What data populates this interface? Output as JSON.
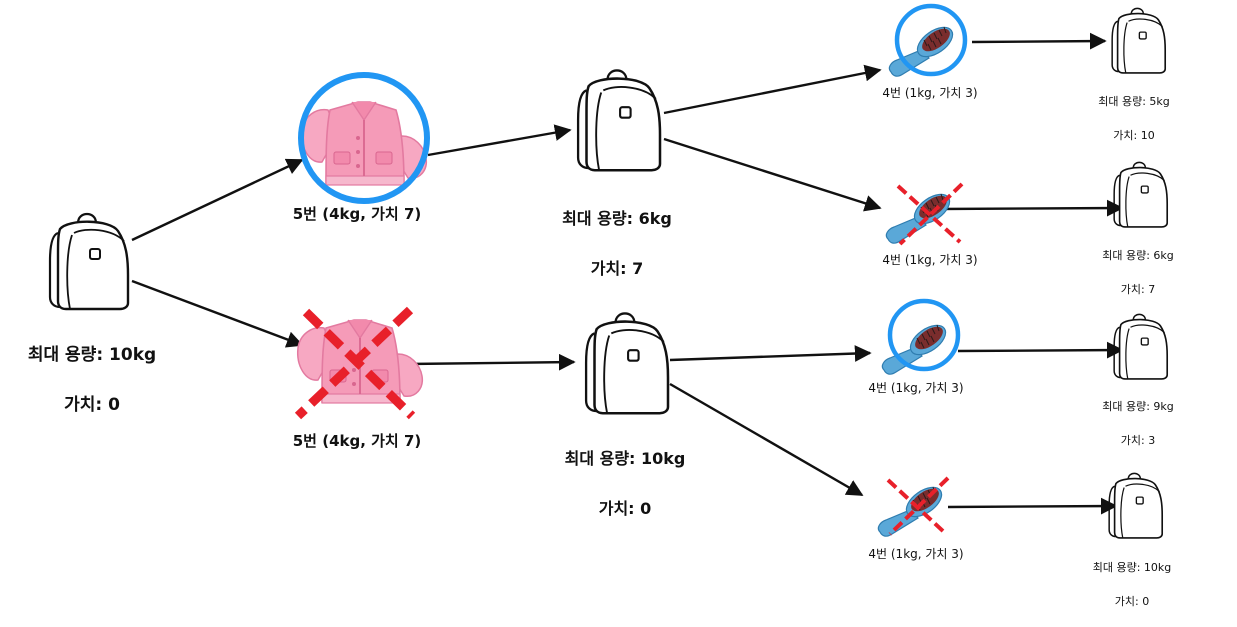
{
  "nodes": {
    "root": {
      "capacity": "최대 용량: 10kg",
      "value": "가치: 0"
    },
    "mid_top": {
      "capacity": "최대 용량: 6kg",
      "value": "가치: 7"
    },
    "mid_bot": {
      "capacity": "최대 용량: 10kg",
      "value": "가치: 0"
    },
    "leaf_1": {
      "capacity": "최대 용량: 5kg",
      "value": "가치: 10"
    },
    "leaf_2": {
      "capacity": "최대 용량: 6kg",
      "value": "가치: 7"
    },
    "leaf_3": {
      "capacity": "최대 용량: 9kg",
      "value": "가치: 3"
    },
    "leaf_4": {
      "capacity": "최대 용량: 10kg",
      "value": "가치: 0"
    }
  },
  "items": {
    "jacket_take": {
      "label": "5번 (4kg, 가치 7)",
      "decision": "take"
    },
    "jacket_skip": {
      "label": "5번 (4kg, 가치 7)",
      "decision": "skip"
    },
    "brush_1": {
      "label": "4번 (1kg, 가치 3)",
      "decision": "take"
    },
    "brush_2": {
      "label": "4번 (1kg, 가치 3)",
      "decision": "skip"
    },
    "brush_3": {
      "label": "4번 (1kg, 가치 3)",
      "decision": "take"
    },
    "brush_4": {
      "label": "4번 (1kg, 가치 3)",
      "decision": "skip"
    }
  },
  "colors": {
    "take_circle": "#2196F3",
    "skip_cross": "#E8202A",
    "jacket": "#F59BB8",
    "arrow": "#111111"
  },
  "icons": [
    "backpack-icon",
    "jacket-icon",
    "hairbrush-icon"
  ]
}
